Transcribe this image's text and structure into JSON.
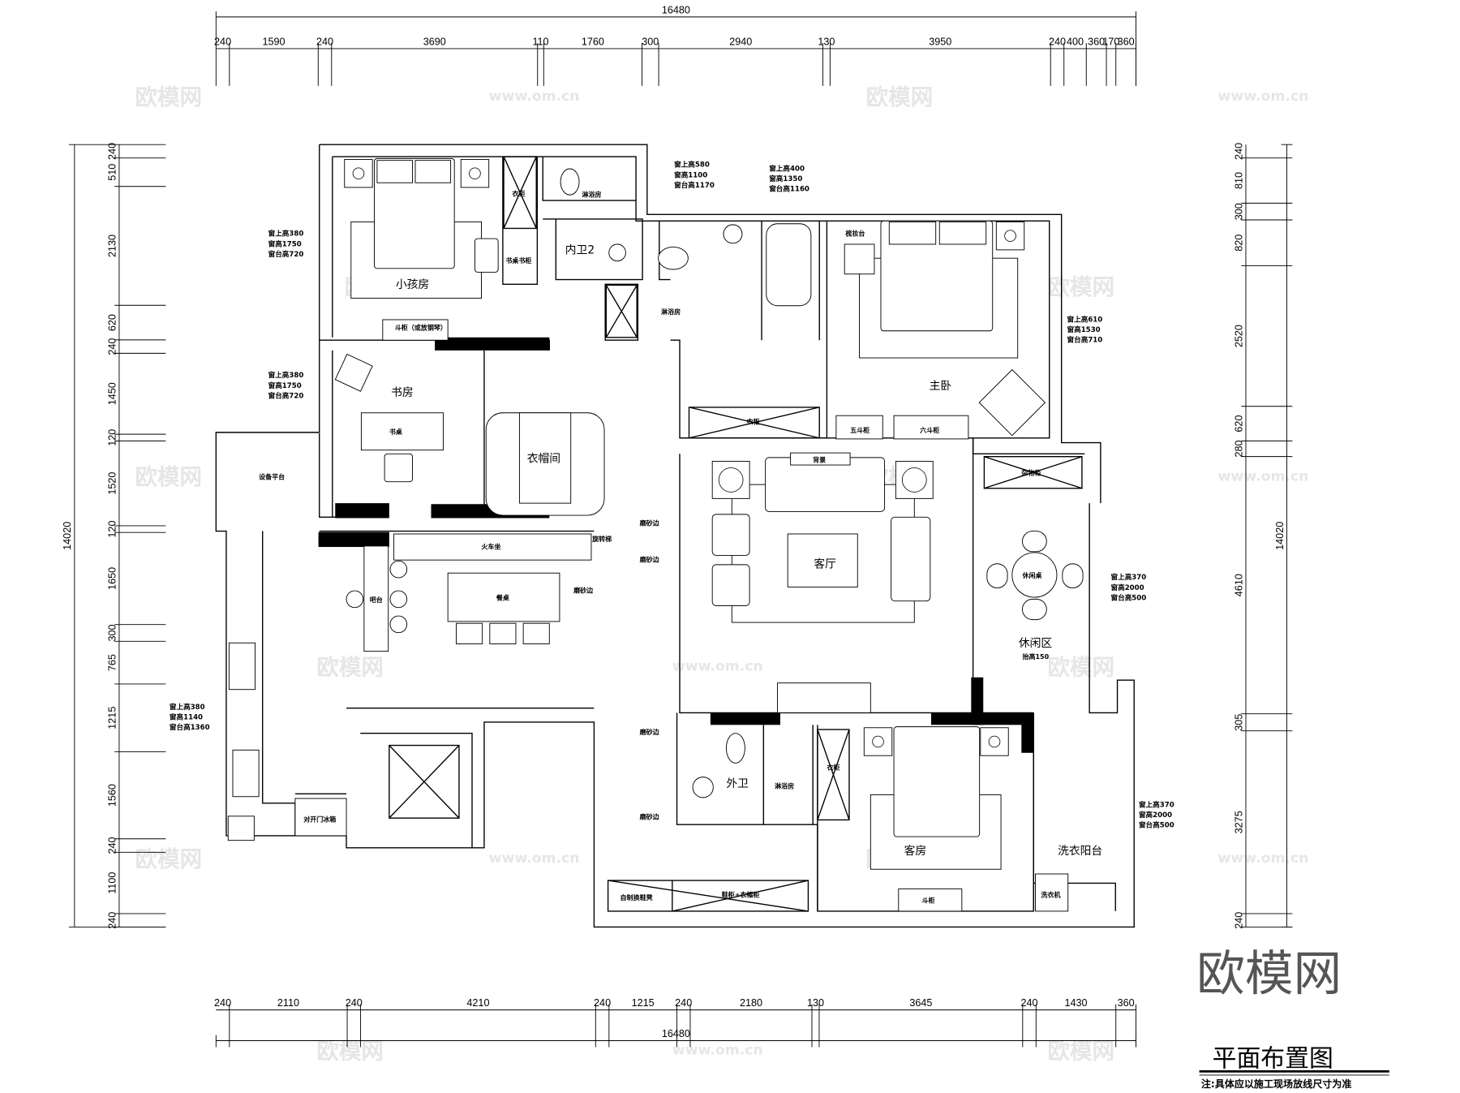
{
  "title": "平面布置图",
  "note": "注:具体应以施工现场放线尺寸为准",
  "logo": "欧模网",
  "watermarks": {
    "brand": "欧模网",
    "url": "www.om.cn"
  },
  "dimensions": {
    "top_total": "16480",
    "top": [
      240,
      1590,
      240,
      3690,
      110,
      1760,
      300,
      2940,
      130,
      3950,
      240,
      400,
      360,
      170,
      360
    ],
    "bottom_total": "16480",
    "bottom": [
      240,
      2110,
      240,
      4210,
      240,
      1215,
      240,
      2180,
      130,
      3645,
      240,
      1430,
      360
    ],
    "left_total": "14020",
    "left": [
      240,
      510,
      2130,
      620,
      240,
      1450,
      120,
      1520,
      120,
      1650,
      300,
      765,
      1215,
      1560,
      240,
      1100,
      240
    ],
    "right_total": "14020",
    "right": [
      240,
      810,
      300,
      820,
      2520,
      620,
      280,
      4610,
      305,
      3275,
      240
    ]
  },
  "rooms": {
    "kids_room": "小孩房",
    "bath2": "内卫2",
    "shower1": "淋浴房",
    "shower2": "淋浴房",
    "wardrobe1": "衣柜",
    "desk_shelf": "书桌书柜",
    "chest_piano": "斗柜（或放钢琴）",
    "study": "书房",
    "desk": "书桌",
    "cloakroom": "衣帽间",
    "equipment": "设备平台",
    "bench": "火车坐",
    "stair": "旋转梯",
    "frost1": "磨砂边",
    "frost2": "磨砂边",
    "frost3": "磨砂边",
    "bar": "吧台",
    "dining": "餐桌",
    "master": "主卧",
    "vanity": "梳妆台",
    "wardrobe2": "衣柜",
    "chest5": "五斗柜",
    "chest6": "六斗柜",
    "living": "客厅",
    "backdrop": "背景",
    "storage": "杂物柜",
    "leisure": "休闲区",
    "raised": "抬高150",
    "leisure_table": "休闲桌",
    "guest_bath": "外卫",
    "shower3": "淋浴房",
    "wardrobe3": "衣柜",
    "guest": "客房",
    "laundry": "洗衣阳台",
    "washer": "洗衣机",
    "chest": "斗柜",
    "shoe_bench": "自制换鞋凳",
    "shoe_cabinet": "鞋柜+衣帽柜",
    "fridge": "对开门冰箱",
    "frost4": "磨砂边",
    "frost5": "磨砂边"
  },
  "windows": [
    [
      "窗上高380",
      "窗高1750",
      "窗台高720"
    ],
    [
      "窗上高380",
      "窗高1750",
      "窗台高720"
    ],
    [
      "窗上高580",
      "窗高1100",
      "窗台高1170"
    ],
    [
      "窗上高400",
      "窗高1350",
      "窗台高1160"
    ],
    [
      "窗上高610",
      "窗高1530",
      "窗台高710"
    ],
    [
      "窗上高370",
      "窗高2000",
      "窗台高500"
    ],
    [
      "窗上高380",
      "窗高1140",
      "窗台高1360"
    ],
    [
      "窗上高370",
      "窗高2000",
      "窗台高500"
    ]
  ]
}
